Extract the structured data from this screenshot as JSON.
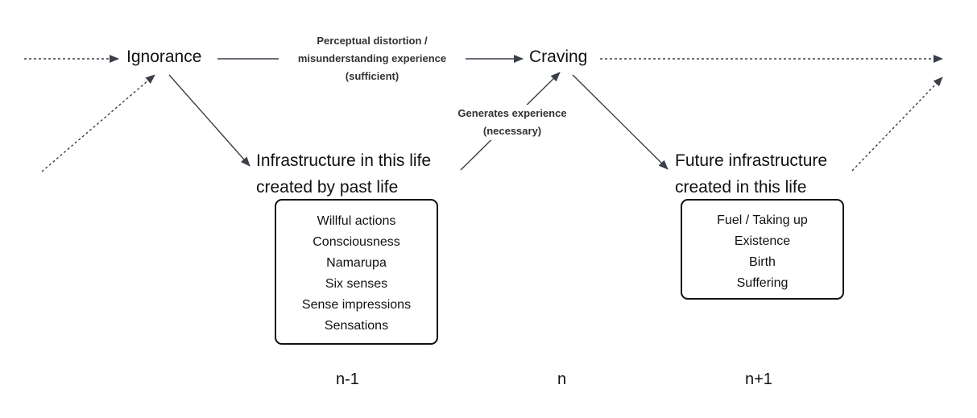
{
  "nodes": {
    "ignorance": "Ignorance",
    "craving": "Craving",
    "past_infrastructure_line1": "Infrastructure in this life",
    "past_infrastructure_line2": "created by past life",
    "future_infrastructure_line1": "Future infrastructure",
    "future_infrastructure_line2": "created in this life"
  },
  "edge_labels": {
    "distortion_line1": "Perceptual distortion /",
    "distortion_line2": "misunderstanding experience",
    "distortion_line3": "(sufficient)",
    "generates_line1": "Generates experience",
    "generates_line2": "(necessary)"
  },
  "past_box_items": [
    "Willful actions",
    "Consciousness",
    "Namarupa",
    "Six senses",
    "Sense impressions",
    "Sensations"
  ],
  "future_box_items": [
    "Fuel / Taking up",
    "Existence",
    "Birth",
    "Suffering"
  ],
  "life_index": {
    "past": "n-1",
    "current": "n",
    "future": "n+1"
  },
  "colors": {
    "text": "#111111",
    "label_text": "#333333",
    "arrow": "#3a3f4a",
    "box_border": "#111111"
  }
}
